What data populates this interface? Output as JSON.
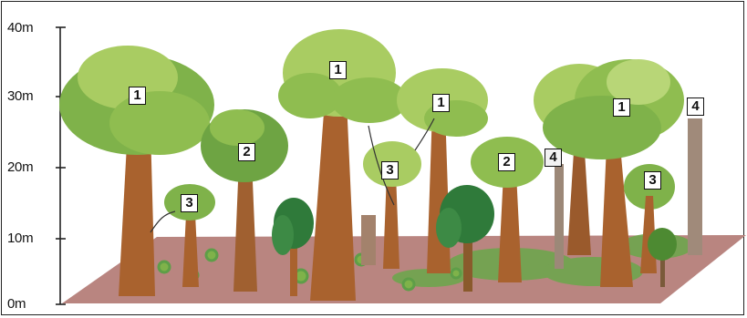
{
  "axis": {
    "labels": [
      "40m",
      "30m",
      "20m",
      "10m",
      "0m"
    ]
  },
  "layers": {
    "emergent": "1",
    "canopy": "2",
    "understory": "3",
    "shrub": "4"
  },
  "colors": {
    "ground": "#b98580",
    "trunk": "#a9622e",
    "canopy_light": "#a9cc62",
    "canopy_mid": "#7fb24a",
    "canopy_dark": "#4d8a32",
    "palm": "#2f7a3a",
    "grey_trunk": "#a08a7a"
  }
}
